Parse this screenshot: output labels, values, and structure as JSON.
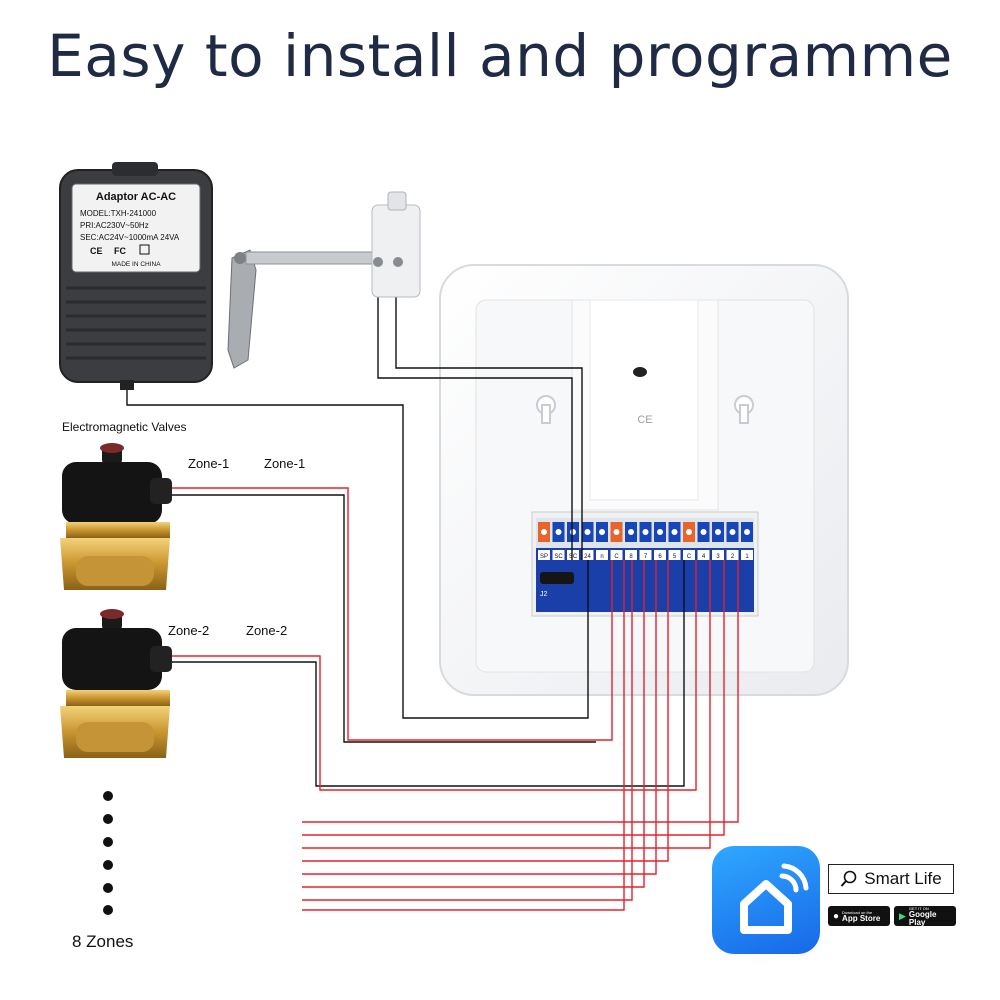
{
  "title": "Easy to install and programme",
  "adaptor": {
    "heading": "Adaptor AC-AC",
    "model": "MODEL:TXH-241000",
    "primary": "PRI:AC230V~50Hz",
    "secondary": "SEC:AC24V~1000mA 24VA",
    "origin": "MADE IN CHINA",
    "marks": [
      "CE",
      "FC"
    ]
  },
  "valves": {
    "heading": "Electromagnetic Valves",
    "zone1_label": "Zone-1",
    "zone2_label": "Zone-2",
    "count_label": "8 Zones"
  },
  "controller": {
    "ce_mark": "CE",
    "jack_label": "J2",
    "terminals": [
      "SP",
      "SC",
      "SC",
      "24",
      "n",
      "C",
      "8",
      "7",
      "6",
      "5",
      "C",
      "4",
      "3",
      "2",
      "1"
    ]
  },
  "app": {
    "name": "Smart Life",
    "app_store_small": "Download on the",
    "app_store_big": "App Store",
    "google_small": "GET IT ON",
    "google_big": "Google Play"
  },
  "colors": {
    "title": "#1f2a44",
    "wire_red": "#e8202a",
    "wire_black": "#111111",
    "app_blue": "#1e88ff",
    "terminal_blue": "#1746b8",
    "terminal_orange": "#e8642a"
  }
}
